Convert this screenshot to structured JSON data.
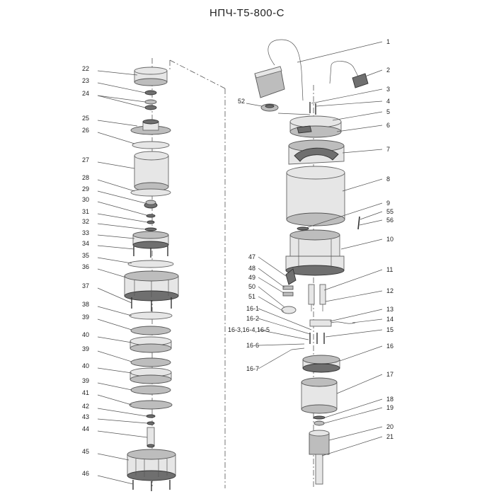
{
  "title": "НПЧ-Т5-800-С",
  "labels_left": [
    "22",
    "23",
    "24",
    "25",
    "26",
    "27",
    "28",
    "29",
    "30",
    "31",
    "32",
    "33",
    "34",
    "35",
    "36",
    "37",
    "38",
    "39",
    "40",
    "39",
    "40",
    "39",
    "41",
    "42",
    "43",
    "44",
    "45",
    "46"
  ],
  "labels_right": [
    "1",
    "2",
    "3",
    "4",
    "5",
    "6",
    "7",
    "8",
    "9",
    "55",
    "56",
    "10",
    "11",
    "12",
    "13",
    "14",
    "15",
    "16",
    "17",
    "18",
    "19",
    "20",
    "21"
  ],
  "labels_mid": [
    "52",
    "47",
    "48",
    "49",
    "50",
    "51",
    "16-1",
    "16-2",
    "16-3,16-4,16-5",
    "16-6",
    "16-7"
  ]
}
